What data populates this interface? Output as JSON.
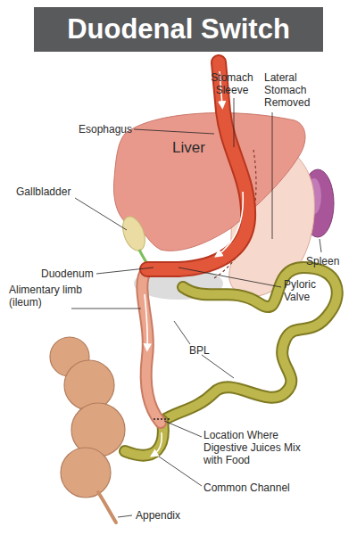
{
  "diagram": {
    "title": "Duodenal Switch",
    "labels": [
      "Stomach Sleeve",
      "Lateral Stomach Removed",
      "Esophagus",
      "Liver",
      "Gallbladder",
      "Spleen",
      "Duodenum",
      "Pyloric Valve",
      "Alimentary limb (ileum)",
      "BPL",
      "Location Where Digestive Juices Mix with Food",
      "Common Channel",
      "Appendix"
    ]
  }
}
